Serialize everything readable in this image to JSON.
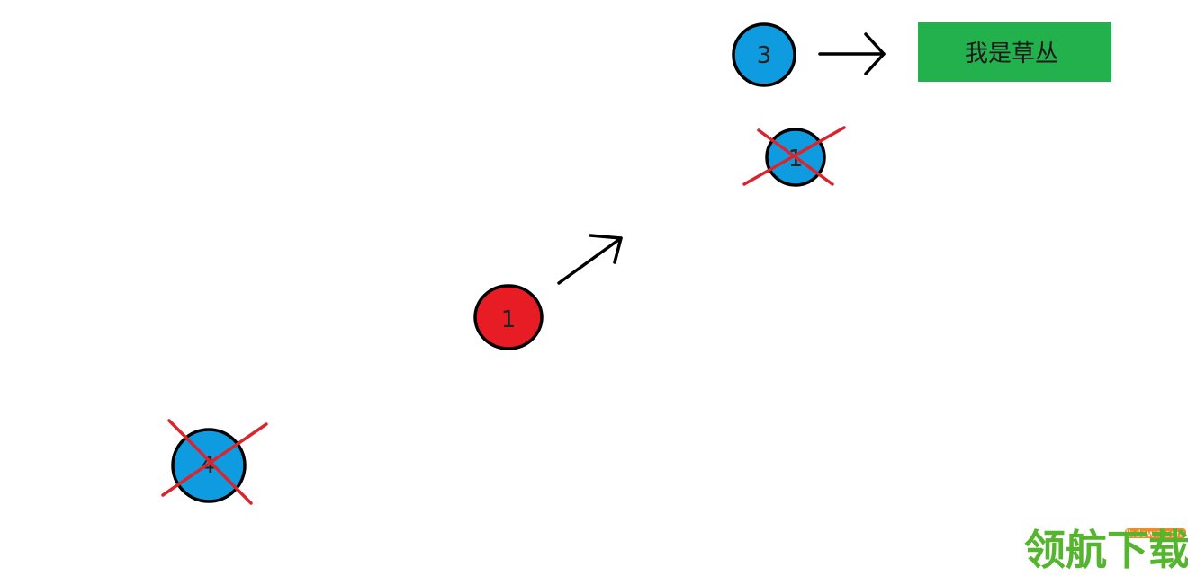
{
  "units": [
    {
      "id": "unit-3",
      "label": "3",
      "color": "#0f9be0",
      "crossed": false
    },
    {
      "id": "unit-1-top",
      "label": "1",
      "color": "#0f9be0",
      "crossed": true
    },
    {
      "id": "unit-1-red",
      "label": "1",
      "color": "#e81c24",
      "crossed": false
    },
    {
      "id": "unit-4",
      "label": "4",
      "color": "#0f9be0",
      "crossed": true
    }
  ],
  "bush": {
    "label": "我是草丛",
    "color": "#22b14c"
  },
  "cross_color": "#d9262e",
  "arrow_color": "#000000",
  "outline_color": "#000000",
  "watermark": {
    "text": "领航下载",
    "url": "lhdown.com",
    "color": "#55b52f",
    "badge_color": "#f08a24"
  }
}
